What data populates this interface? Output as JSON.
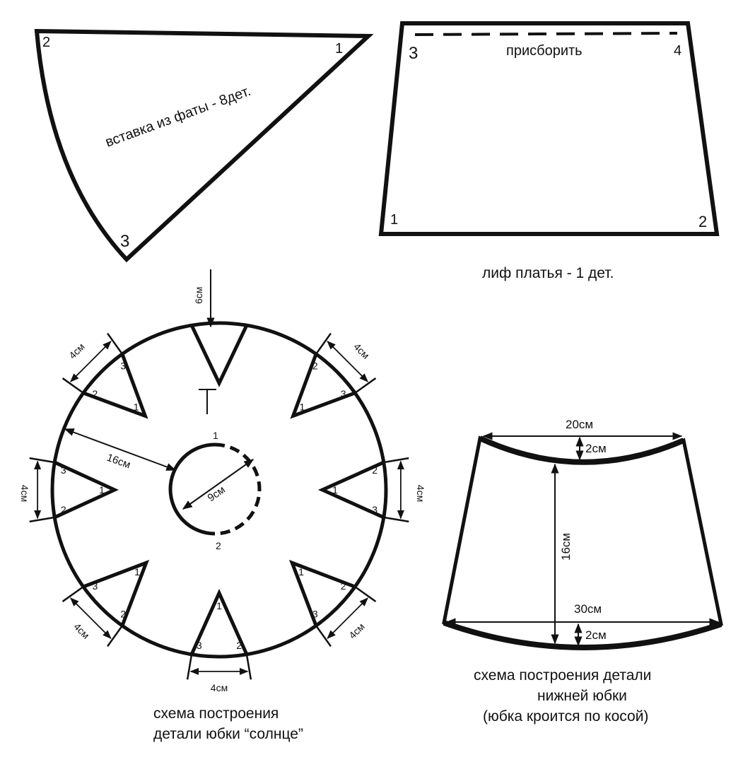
{
  "colors": {
    "ink": "#111111",
    "paper": "#ffffff"
  },
  "veil_insert": {
    "label": "вставка из фаты - 8дет.",
    "points": {
      "p1": "1",
      "p2": "2",
      "p3": "3"
    }
  },
  "bodice": {
    "gather_label": "присборить",
    "caption": "лиф платья - 1 дет.",
    "points": {
      "p1": "1",
      "p2": "2",
      "p3": "3",
      "p4": "4"
    }
  },
  "circle_skirt": {
    "caption_line1": "схема построения",
    "caption_line2": "детали юбки “солнце”",
    "radius_label": "16см",
    "waist_label": "9см",
    "top_label": "6см",
    "inner_points": {
      "top": "1",
      "bottom": "2"
    },
    "dart_width_label": "4см",
    "dart_points": {
      "tip": "1",
      "a": "2",
      "b": "3"
    }
  },
  "underskirt": {
    "top_width": "20см",
    "top_depth": "2см",
    "height": "16см",
    "bottom_width": "30см",
    "bottom_depth": "2см",
    "caption_line1": "схема построения детали",
    "caption_line2": "нижней юбки",
    "caption_line3": "(юбка кроится по косой)"
  }
}
